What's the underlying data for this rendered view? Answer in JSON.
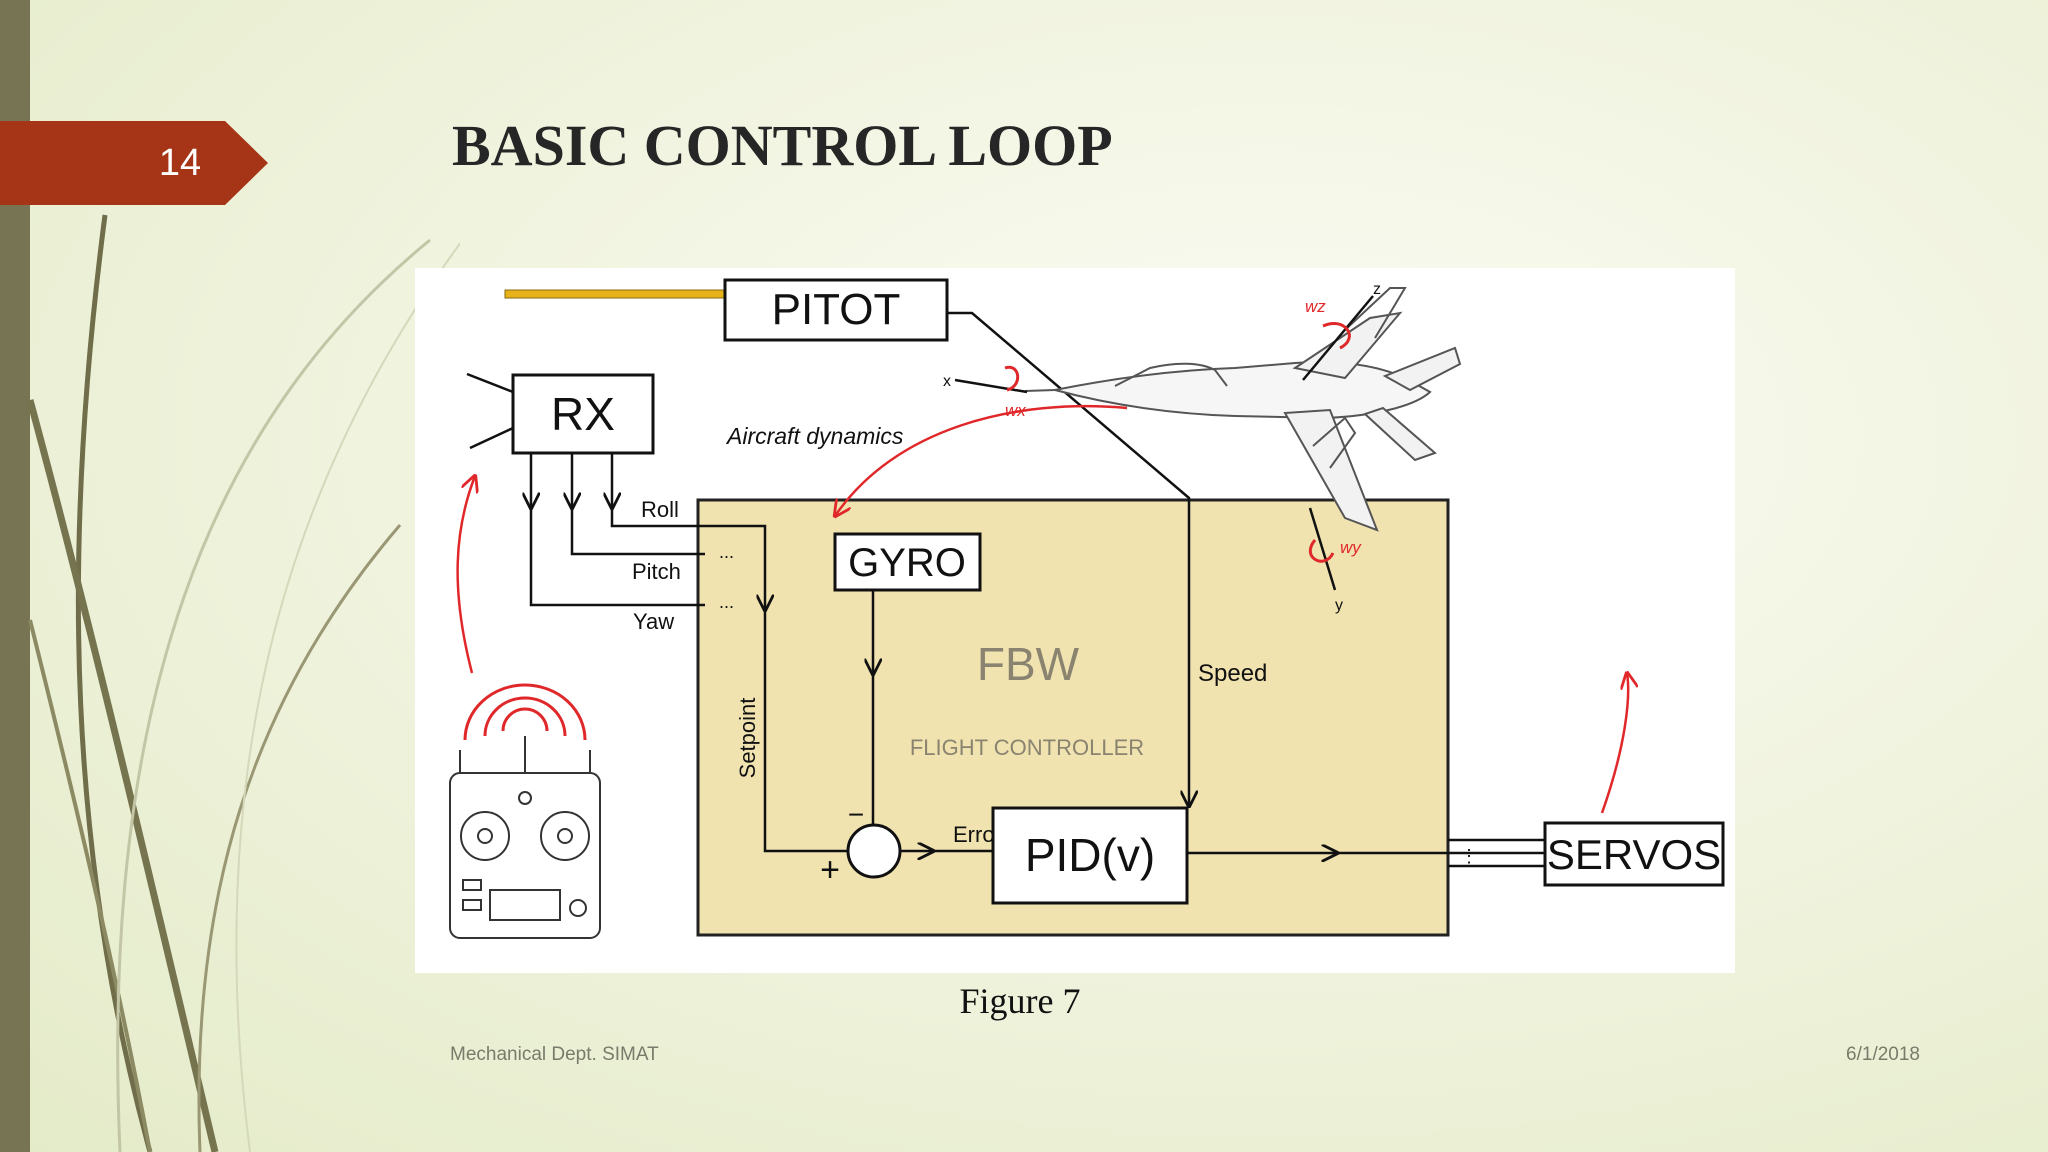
{
  "slide": {
    "number": "14",
    "title": "BASIC CONTROL LOOP",
    "caption": "Figure 7",
    "footer_left": "Mechanical Dept. SIMAT",
    "footer_right": "6/1/2018"
  },
  "diagram": {
    "pitot": "PITOT",
    "rx": "RX",
    "aircraft_dynamics": "Aircraft dynamics",
    "roll": "Roll",
    "pitch": "Pitch",
    "yaw": "Yaw",
    "gyro": "GYRO",
    "fbw": "FBW",
    "flight_controller": "FLIGHT CONTROLLER",
    "speed": "Speed",
    "setpoint": "Setpoint",
    "error": "Error",
    "minus": "−",
    "plus": "+",
    "pid": "PID(v)",
    "servos": "SERVOS",
    "dots": "...",
    "dots_vertical": "⋮",
    "axis_x": "x",
    "axis_y": "y",
    "axis_z": "z",
    "omega_x": "wx",
    "omega_y": "wy",
    "omega_z": "wz"
  },
  "colors": {
    "badge": "#a63417",
    "left_bar": "#767453",
    "fbw_box": "#f0e3b0",
    "arrow_red": "#e0282a",
    "pitot_tube": "#e8b21b"
  }
}
